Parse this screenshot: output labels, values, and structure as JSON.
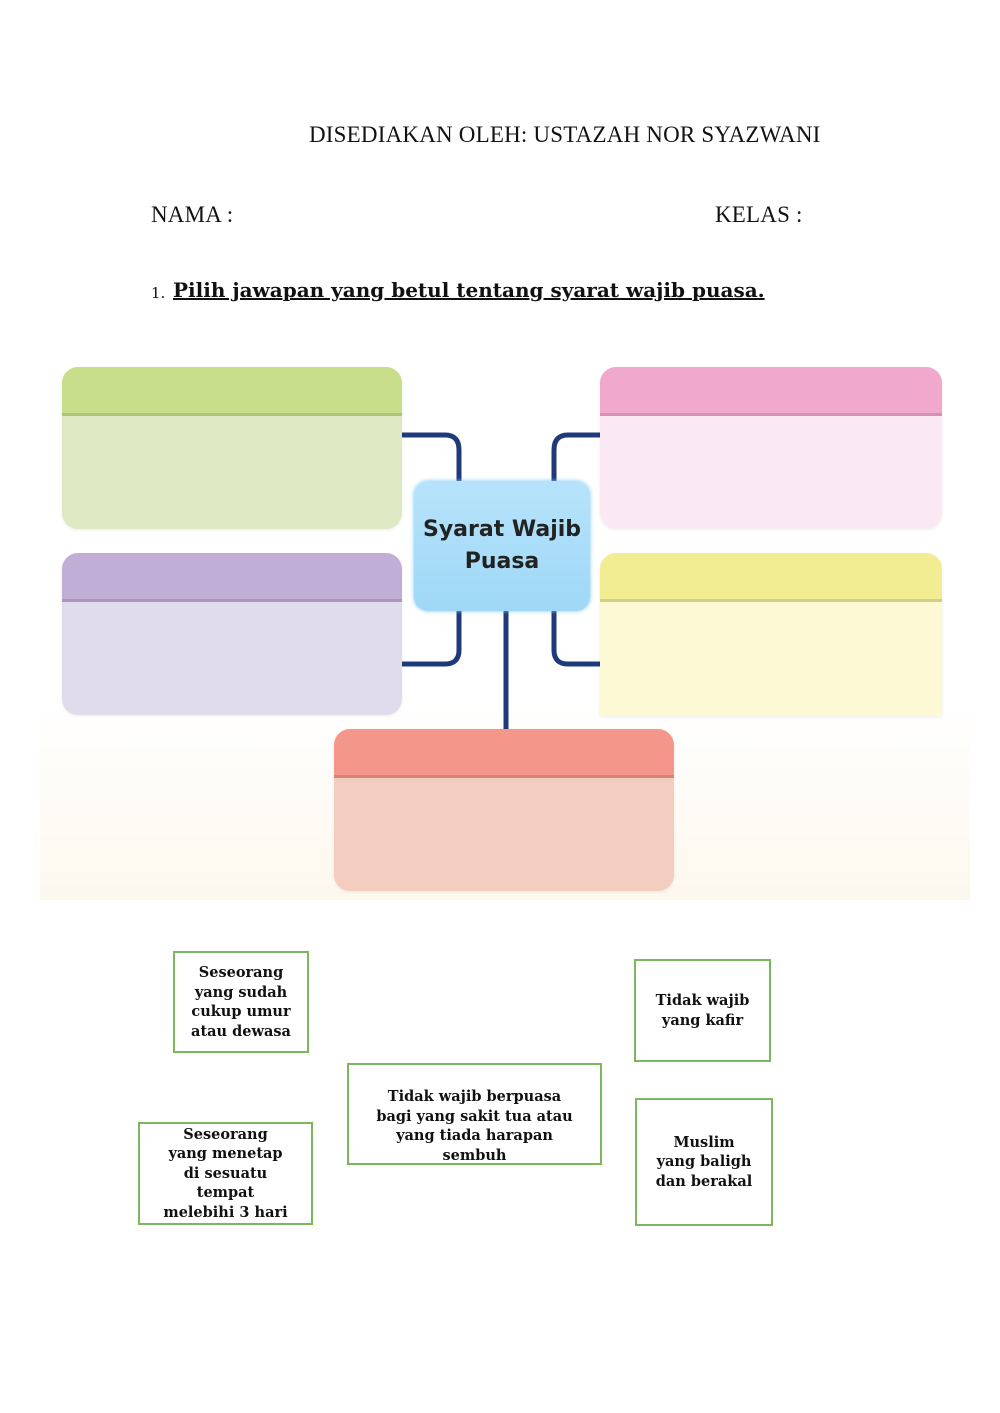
{
  "header": {
    "prepared_by": "DISEDIAKAN OLEH: USTAZAH NOR SYAZWANI",
    "name_label": "NAMA :",
    "class_label": "KELAS :"
  },
  "question": {
    "number": "1.",
    "text": "Pilih jawapan yang betul tentang syarat wajib puasa."
  },
  "diagram": {
    "center_line1": "Syarat Wajib",
    "center_line2": "Puasa",
    "colors": {
      "green": "#c8de8a",
      "pink": "#f0a8cc",
      "purple": "#c1aed6",
      "yellow": "#f2ec92",
      "salmon": "#f5968a",
      "connector": "#1f3a7a",
      "center": "#a8dcf8"
    }
  },
  "answers": [
    "Seseorang yang sudah cukup umur atau dewasa",
    "Tidak wajib yang kafir",
    "Tidak wajib berpuasa bagi yang sakit tua atau yang tiada harapan sembuh",
    "Seseorang yang menetap di sesuatu tempat melebihi 3 hari",
    "Muslim yang baligh dan berakal"
  ]
}
